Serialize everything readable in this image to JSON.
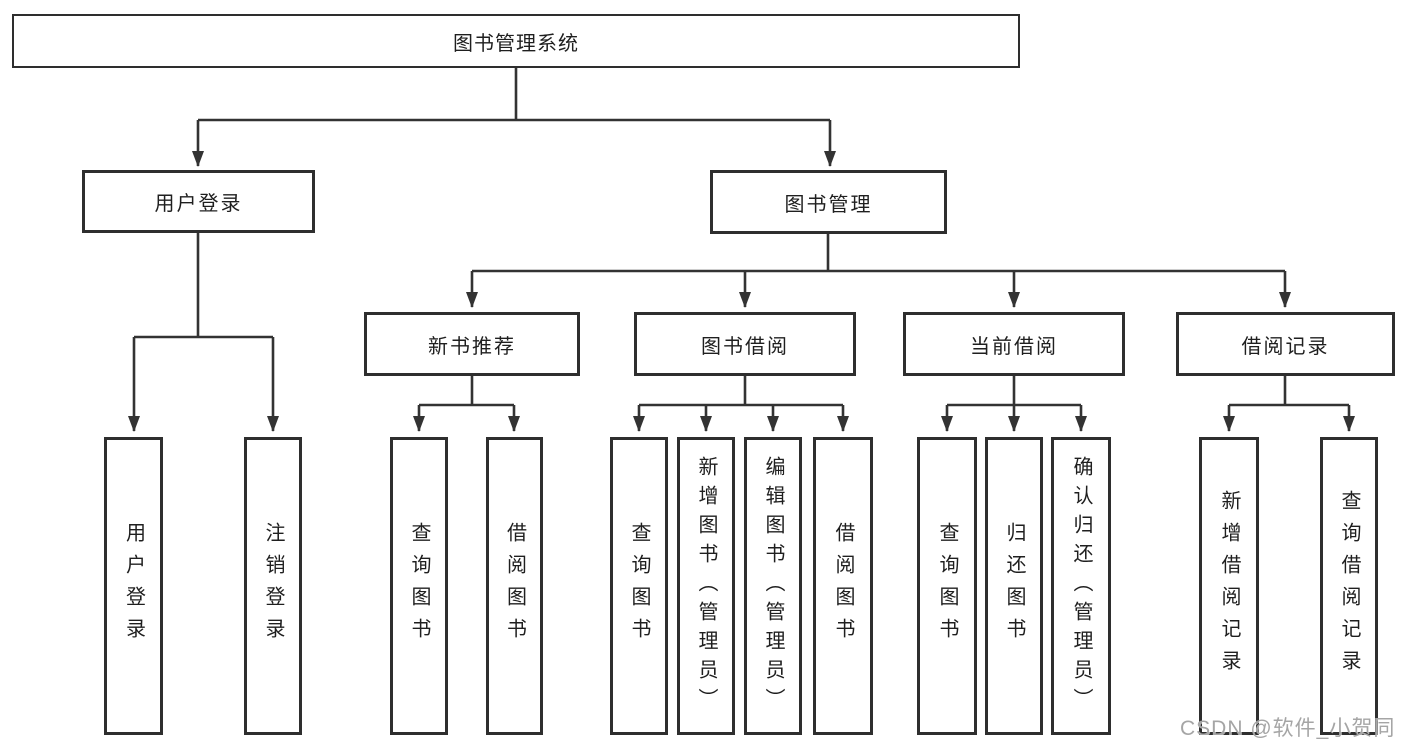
{
  "diagram": {
    "root": {
      "label": "图书管理系统"
    },
    "branches": [
      {
        "label": "用户登录",
        "children": [
          {
            "label": "用户登录"
          },
          {
            "label": "注销登录"
          }
        ]
      },
      {
        "label": "图书管理",
        "groups": [
          {
            "label": "新书推荐",
            "children": [
              {
                "label": "查询图书"
              },
              {
                "label": "借阅图书"
              }
            ]
          },
          {
            "label": "图书借阅",
            "children": [
              {
                "label": "查询图书"
              },
              {
                "label": "新增图书（管理员）"
              },
              {
                "label": "编辑图书（管理员）"
              },
              {
                "label": "借阅图书"
              }
            ]
          },
          {
            "label": "当前借阅",
            "children": [
              {
                "label": "查询图书"
              },
              {
                "label": "归还图书"
              },
              {
                "label": "确认归还（管理员）"
              }
            ]
          },
          {
            "label": "借阅记录",
            "children": [
              {
                "label": "新增借阅记录"
              },
              {
                "label": "查询借阅记录"
              }
            ]
          }
        ]
      }
    ]
  },
  "watermark": {
    "text": "CSDN @软件_小贺同学"
  },
  "colors": {
    "line": "#333333",
    "box_border": "#2e2e2e",
    "text": "#1f1f1f",
    "watermark": "#a5a5a5",
    "background": "#ffffff"
  }
}
